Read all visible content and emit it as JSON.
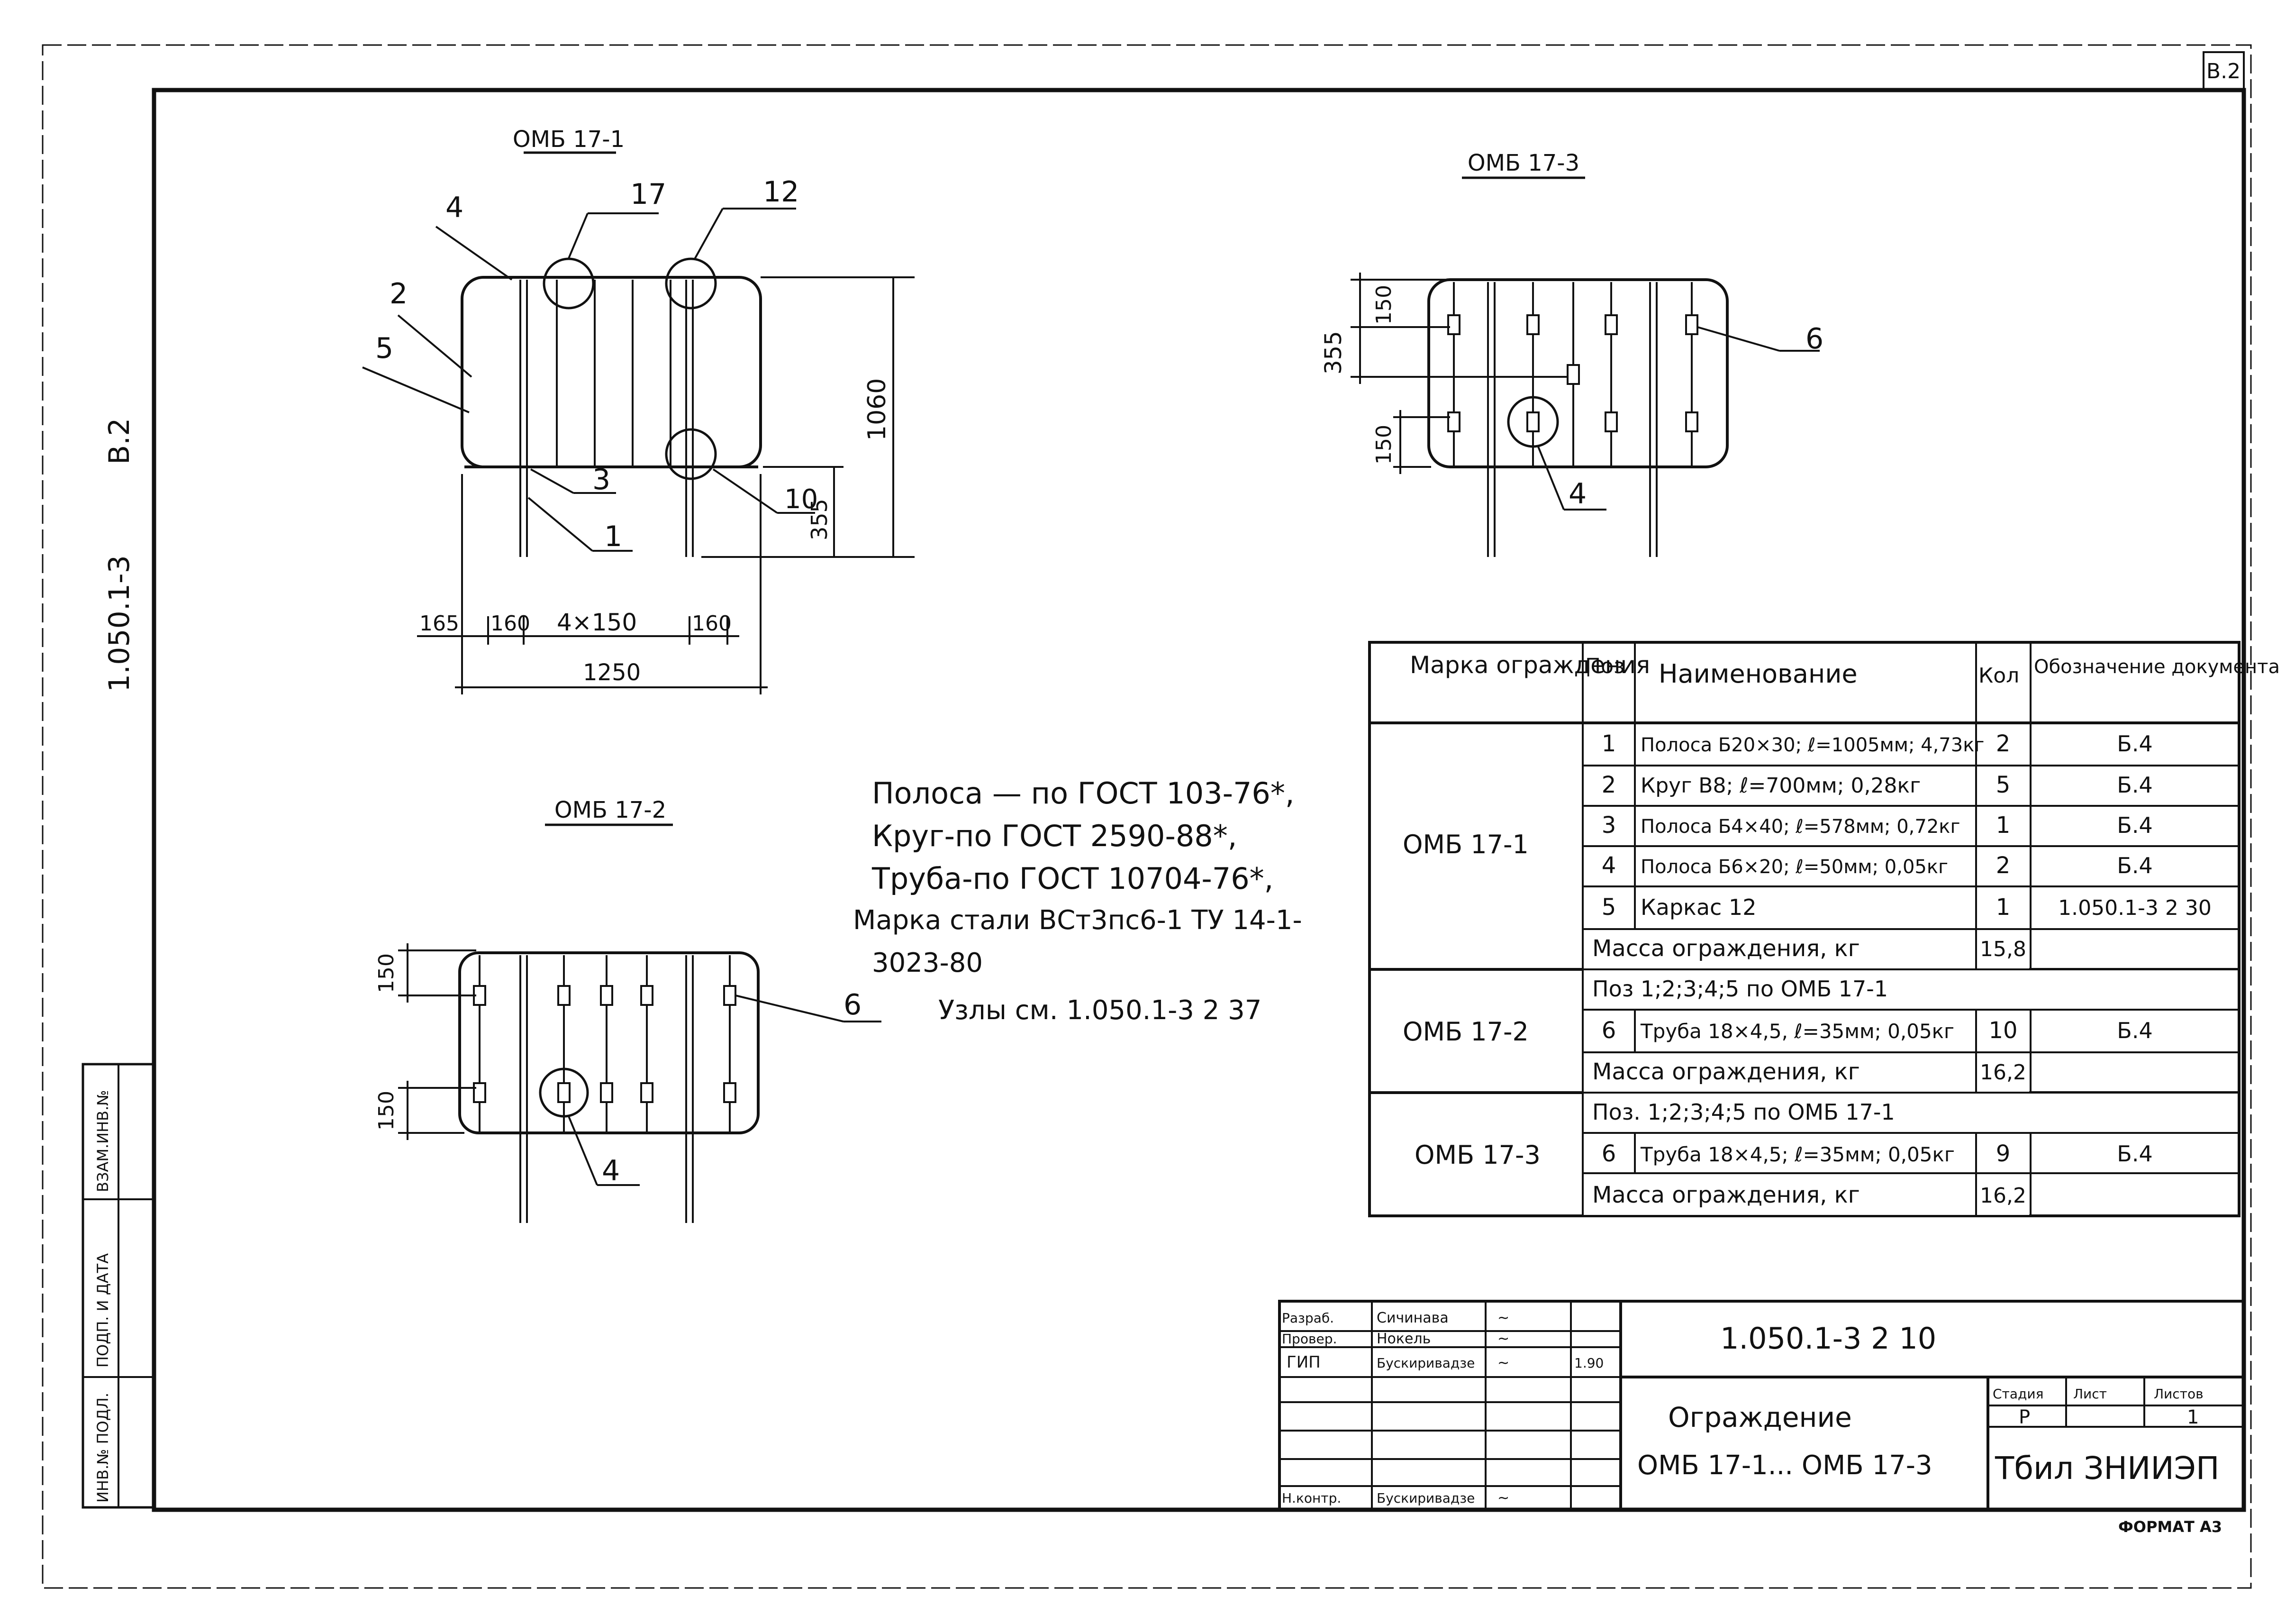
{
  "corner_mark": "В.2",
  "side_code": "1.050.1-3",
  "side_stamp": {
    "inv_no": "ИНВ.№ ПОДЛ.",
    "sign_date": "ПОДП. И ДАТА",
    "replace_inv": "ВЗАМ.ИНВ.№"
  },
  "views": {
    "v1": {
      "title": "ОМБ 17-1",
      "pos": {
        "p4": "4",
        "p17": "17",
        "p12": "12",
        "p2": "2",
        "p5": "5",
        "p3": "3",
        "p1": "1",
        "p10": "10"
      },
      "dims": {
        "height": "1060",
        "drop": "355",
        "d165": "165",
        "d160a": "160",
        "d4x150": "4×150",
        "d160b": "160",
        "total": "1250"
      }
    },
    "v2": {
      "title": "ОМБ 17-2",
      "pos": {
        "p6": "6",
        "p4": "4"
      },
      "dims": {
        "top": "150",
        "bottom": "150"
      }
    },
    "v3": {
      "title": "ОМБ 17-3",
      "pos": {
        "p6": "6",
        "p4": "4"
      },
      "dims": {
        "d150top": "150",
        "d355": "355",
        "d150bot": "150"
      }
    }
  },
  "notes": [
    "Полоса — по ГОСТ 103-76*,",
    "Круг-по ГОСТ 2590-88*,",
    "Труба-по ГОСТ 10704-76*,",
    "Марка стали ВСт3пс6-1 ТУ 14-1-",
    "3023-80",
    "Узлы см. 1.050.1-3 2 37"
  ],
  "spec_table": {
    "headers": [
      "Марка ограждения",
      "Поз",
      "Наименование",
      "Кол",
      "Обозначение документа"
    ],
    "groups": [
      {
        "mark": "ОМБ 17-1",
        "rows": [
          {
            "pos": "1",
            "name": "Полоса Б20×30; ℓ=1005мм; 4,73кг",
            "qty": "2",
            "doc": "Б.4"
          },
          {
            "pos": "2",
            "name": "Круг В8; ℓ=700мм; 0,28кг",
            "qty": "5",
            "doc": "Б.4"
          },
          {
            "pos": "3",
            "name": "Полоса Б4×40; ℓ=578мм; 0,72кг",
            "qty": "1",
            "doc": "Б.4"
          },
          {
            "pos": "4",
            "name": "Полоса Б6×20; ℓ=50мм; 0,05кг",
            "qty": "2",
            "doc": "Б.4"
          },
          {
            "pos": "5",
            "name": "Каркас 12",
            "qty": "1",
            "doc": "1.050.1-3 2 30"
          }
        ],
        "mass_label": "Масса ограждения, кг",
        "mass": "15,8"
      },
      {
        "mark": "ОМБ 17-2",
        "ref": "Поз 1;2;3;4;5 по ОМБ 17-1",
        "rows": [
          {
            "pos": "6",
            "name": "Труба 18×4,5, ℓ=35мм; 0,05кг",
            "qty": "10",
            "doc": "Б.4"
          }
        ],
        "mass_label": "Масса ограждения, кг",
        "mass": "16,2"
      },
      {
        "mark": "ОМБ 17-3",
        "ref": "Поз. 1;2;3;4;5 по ОМБ 17-1",
        "rows": [
          {
            "pos": "6",
            "name": "Труба 18×4,5; ℓ=35мм; 0,05кг",
            "qty": "9",
            "doc": "Б.4"
          }
        ],
        "mass_label": "Масса ограждения, кг",
        "mass": "16,2"
      }
    ]
  },
  "title_block": {
    "code": "1.050.1-3  2  10",
    "name1": "Ограждение",
    "name2": "ОМБ 17-1... ОМБ 17-3",
    "stage_h": "Стадия",
    "sheet_h": "Лист",
    "sheets_h": "Листов",
    "stage": "Р",
    "sheet": "",
    "sheets": "1",
    "org": "Тбил ЗНИИЭП",
    "roles": [
      {
        "role": "Разраб.",
        "name": "Сичинава",
        "sign": "~",
        "date": ""
      },
      {
        "role": "Провер.",
        "name": "Нокель",
        "sign": "~",
        "date": ""
      },
      {
        "role": "ГИП",
        "name": "Бускиривадзе",
        "sign": "~",
        "date": "1.90"
      },
      {
        "role": "",
        "name": "",
        "sign": "",
        "date": ""
      },
      {
        "role": "",
        "name": "",
        "sign": "",
        "date": ""
      },
      {
        "role": "",
        "name": "",
        "sign": "",
        "date": ""
      },
      {
        "role": "Н.контр.",
        "name": "Бускиривадзе",
        "sign": "~",
        "date": ""
      }
    ],
    "format": "ФОРМАТ А3"
  }
}
